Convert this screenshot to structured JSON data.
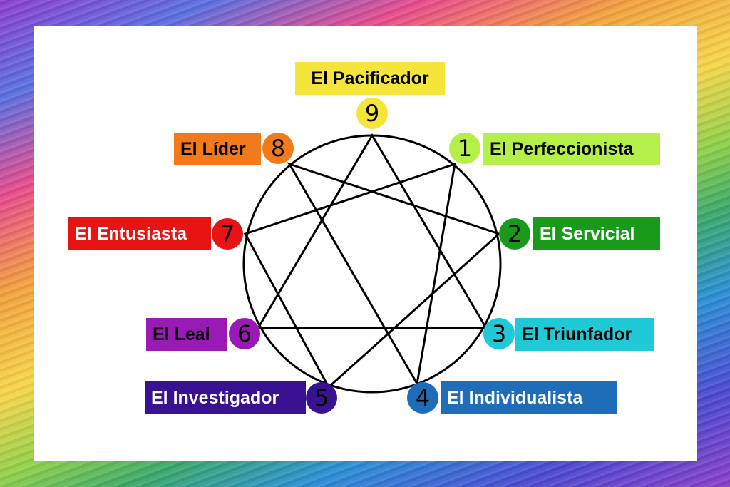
{
  "types": [
    {
      "number": "1",
      "label": "El Perfeccionista",
      "color": "#b5f04a",
      "text_color": "#000000"
    },
    {
      "number": "2",
      "label": "El Servicial",
      "color": "#1a9a1a",
      "text_color": "#ffffff"
    },
    {
      "number": "3",
      "label": "El Triunfador",
      "color": "#1fcad6",
      "text_color": "#000000"
    },
    {
      "number": "4",
      "label": "El Individualista",
      "color": "#1f6cb8",
      "text_color": "#ffffff"
    },
    {
      "number": "5",
      "label": "El Investigador",
      "color": "#3a1190",
      "text_color": "#ffffff"
    },
    {
      "number": "6",
      "label": "El Leal",
      "color": "#9a1ab6",
      "text_color": "#000000"
    },
    {
      "number": "7",
      "label": "El Entusiasta",
      "color": "#e81313",
      "text_color": "#ffffff"
    },
    {
      "number": "8",
      "label": "El Líder",
      "color": "#f27a1a",
      "text_color": "#000000"
    },
    {
      "number": "9",
      "label": "El Pacificador",
      "color": "#f5e43a",
      "text_color": "#000000"
    }
  ]
}
